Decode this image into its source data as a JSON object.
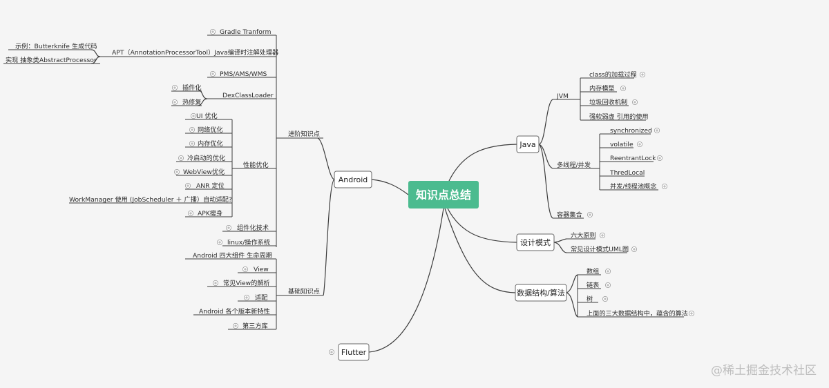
{
  "center": {
    "label": "知识点总结",
    "color": "#4bbb8f"
  },
  "android": {
    "label": "Android",
    "advanced": {
      "label": "进阶知识点",
      "gradle": "Gradle Tranform",
      "apt": {
        "label": "APT（AnnotationProcessorTool）Java编译时注解处理器",
        "example": "示例：Butterknife 生成代码",
        "impl": "实现 抽象类AbstractProcessor"
      },
      "pms": "PMS/AMS/WMS",
      "dexclassloader": {
        "label": "DexClassLoader",
        "children": [
          "插件化",
          "热修复"
        ]
      },
      "performance": {
        "label": "性能优化",
        "children": [
          "UI 优化",
          "网络优化",
          "内存优化",
          "冷启动的优化",
          "WebView优化",
          "ANR 定位",
          "WorkManager 使用 (JobScheduler ＋ 广播）自动适配?",
          "APK瘦身"
        ]
      },
      "componentization": "组件化技术",
      "linux": "linux/操作系统"
    },
    "basic": {
      "label": "基础知识点",
      "children": [
        "Android 四大组件 生命周期",
        "View",
        "常见View的解析",
        "适配",
        "Android  各个版本新特性",
        "第三方库"
      ]
    }
  },
  "flutter": {
    "label": "Flutter"
  },
  "java": {
    "label": "Java",
    "jvm": {
      "label": "JVM",
      "children": [
        "class的加载过程",
        "内存模型",
        "垃圾回收机制",
        "强软弱虚 引用的使用"
      ]
    },
    "concurrency": {
      "label": "多线程/并发",
      "children": [
        "synchronized",
        "volatile",
        "ReentrantLock",
        "ThredLocal",
        "并发/线程池概念"
      ]
    },
    "collections": "容器集合"
  },
  "design": {
    "label": "设计模式",
    "children": [
      "六大原则",
      "常见设计模式UML图"
    ]
  },
  "ds": {
    "label": "数据结构/算法",
    "children": [
      "数组",
      "链表",
      "树",
      "上面的三大数据结构中，蕴含的算法"
    ]
  },
  "watermark": "@稀土掘金技术社区"
}
